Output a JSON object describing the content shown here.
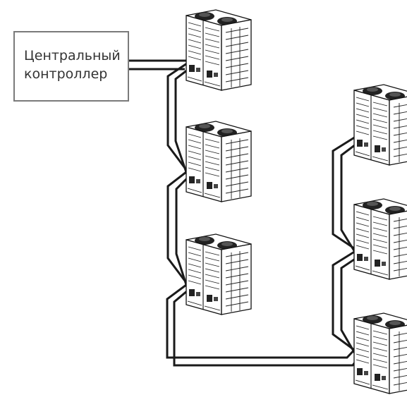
{
  "controller": {
    "line1": "Центральный",
    "line2": "контроллер"
  },
  "units": {
    "left_column": [
      "outdoor-unit",
      "outdoor-unit",
      "outdoor-unit"
    ],
    "right_column": [
      "outdoor-unit",
      "outdoor-unit",
      "outdoor-unit"
    ]
  },
  "colors": {
    "wire": "#1a1a1a",
    "box_border": "#7a7a7a",
    "text": "#333333"
  }
}
